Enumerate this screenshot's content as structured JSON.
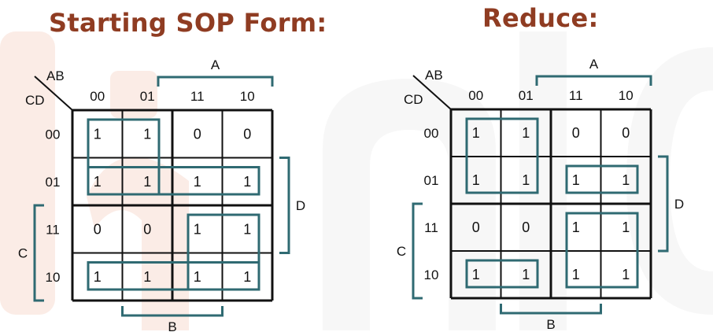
{
  "titles": {
    "left": "Starting SOP Form:",
    "right": "Reduce:"
  },
  "colors": {
    "title": "#8f3c22",
    "grid": "#111111",
    "group": "#2f6a72",
    "bracket": "#2f6a72",
    "watermark": "#fbeee8"
  },
  "axis": {
    "row_var": "CD",
    "col_var": "AB",
    "col_headers": [
      "00",
      "01",
      "11",
      "10"
    ],
    "row_headers": [
      "00",
      "01",
      "11",
      "10"
    ],
    "brackets": {
      "top": "A",
      "bottom": "B",
      "left": "C",
      "right": "D"
    }
  },
  "maps": [
    {
      "id": "starting",
      "cells": [
        [
          "1",
          "1",
          "0",
          "0"
        ],
        [
          "1",
          "1",
          "1",
          "1"
        ],
        [
          "0",
          "0",
          "1",
          "1"
        ],
        [
          "1",
          "1",
          "1",
          "1"
        ]
      ],
      "groups": [
        {
          "rows": [
            0,
            1
          ],
          "cols": [
            0,
            1
          ]
        },
        {
          "rows": [
            1,
            1
          ],
          "cols": [
            0,
            3
          ]
        },
        {
          "rows": [
            2,
            3
          ],
          "cols": [
            2,
            3
          ]
        },
        {
          "rows": [
            3,
            3
          ],
          "cols": [
            0,
            3
          ]
        }
      ]
    },
    {
      "id": "reduced",
      "cells": [
        [
          "1",
          "1",
          "0",
          "0"
        ],
        [
          "1",
          "1",
          "1",
          "1"
        ],
        [
          "0",
          "0",
          "1",
          "1"
        ],
        [
          "1",
          "1",
          "1",
          "1"
        ]
      ],
      "groups": [
        {
          "rows": [
            0,
            1
          ],
          "cols": [
            0,
            1
          ]
        },
        {
          "rows": [
            1,
            1
          ],
          "cols": [
            2,
            3
          ]
        },
        {
          "rows": [
            2,
            3
          ],
          "cols": [
            2,
            3
          ]
        },
        {
          "rows": [
            3,
            3
          ],
          "cols": [
            0,
            1
          ]
        }
      ]
    }
  ]
}
